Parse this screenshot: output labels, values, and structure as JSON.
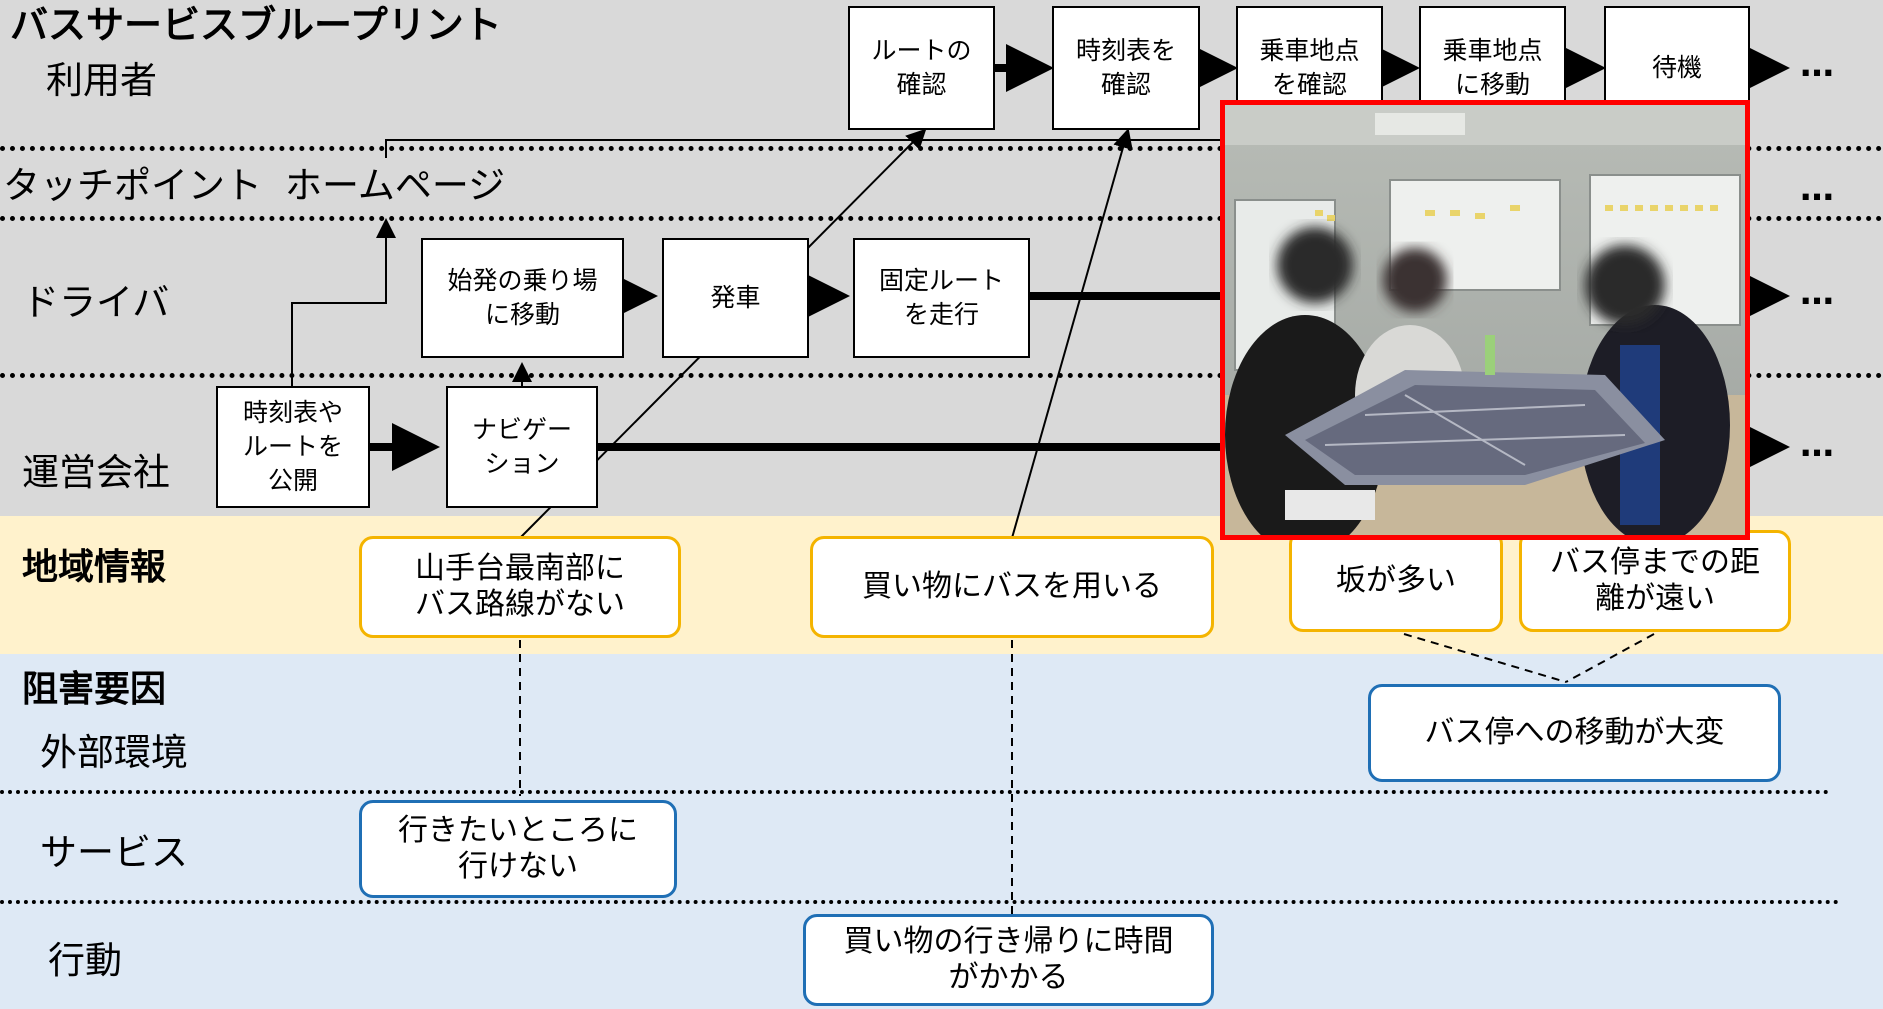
{
  "title": "バスサービスブループリント",
  "lanes": {
    "user": "利用者",
    "touchpoint": "タッチポイント",
    "touchpoint_homepage": "ホームページ",
    "driver": "ドライバ",
    "operator": "運営会社",
    "regional_info": "地域情報",
    "barrier": "阻害要因",
    "external_env": "外部環境",
    "service": "サービス",
    "behavior": "行動"
  },
  "user_steps": [
    "ルートの\n確認",
    "時刻表を\n確認",
    "乗車地点\nを確認",
    "乗車地点\nに移動",
    "待機"
  ],
  "driver_steps": [
    "始発の乗り場\nに移動",
    "発車",
    "固定ルート\nを走行"
  ],
  "operator_steps": [
    "時刻表や\nルートを\n公開",
    "ナビゲー\nション"
  ],
  "ellipsis": "…",
  "regional_notes": [
    "山手台最南部に\nバス路線がない",
    "買い物にバスを用いる",
    "坂が多い",
    "バス停までの距\n離が遠い"
  ],
  "barrier_notes": {
    "external": "バス停への移動が大変",
    "service": "行きたいところに\n行けない",
    "behavior": "買い物の行き帰りに時間\nがかかる"
  },
  "colors": {
    "gray_band": "#d9d9d9",
    "yellow_band": "#fff2cc",
    "blue_band": "#dee9f5",
    "yellow_border": "#f4b400",
    "blue_border": "#1f6fb5",
    "photo_border": "#ff0000"
  }
}
